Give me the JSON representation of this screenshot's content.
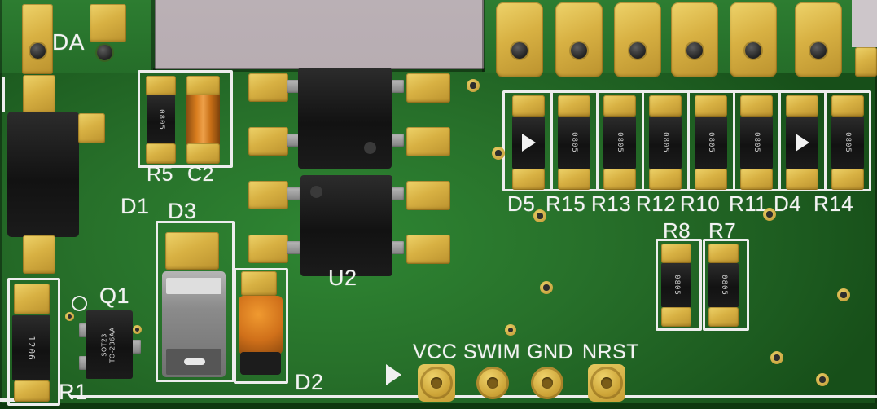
{
  "colors": {
    "background": "#b2a6ab",
    "background_corner": "#cdc6ca",
    "board_green": "#27702a",
    "board_green_highlight": "#2f8733",
    "board_edge_dark": "#0e380f",
    "pad_gold": "#d8b143",
    "silkscreen_white": "#f3f3f3",
    "component_black": "#161616",
    "capacitor_orange": "#d97d1e",
    "component_gray": "#8a8a8a"
  },
  "silkscreen_labels": {
    "da": "DA",
    "d1": "D1",
    "r5": "R5",
    "c2": "C2",
    "d3": "D3",
    "q1": "Q1",
    "r1": "R1",
    "d2": "D2",
    "u2": "U2",
    "r8": "R8",
    "r7": "R7"
  },
  "chip_markings": {
    "r5": "0805",
    "r1": "1206",
    "r8": "0805",
    "r7": "0805",
    "q1_line1": "SOT23",
    "q1_line2": "TO-236AA"
  },
  "test_points": {
    "items": [
      {
        "label": "VCC"
      },
      {
        "label": "SWIM"
      },
      {
        "label": "GND"
      },
      {
        "label": "NRST"
      }
    ]
  },
  "component_row": {
    "items": [
      {
        "label": "D5",
        "type": "diode",
        "marking": ""
      },
      {
        "label": "R15",
        "type": "resistor",
        "marking": "0805"
      },
      {
        "label": "R13",
        "type": "resistor",
        "marking": "0805"
      },
      {
        "label": "R12",
        "type": "resistor",
        "marking": "0805"
      },
      {
        "label": "R10",
        "type": "resistor",
        "marking": "0805"
      },
      {
        "label": "R11",
        "type": "resistor",
        "marking": "0805"
      },
      {
        "label": "D4",
        "type": "diode",
        "marking": ""
      },
      {
        "label": "R14",
        "type": "resistor",
        "marking": "0805"
      }
    ]
  }
}
